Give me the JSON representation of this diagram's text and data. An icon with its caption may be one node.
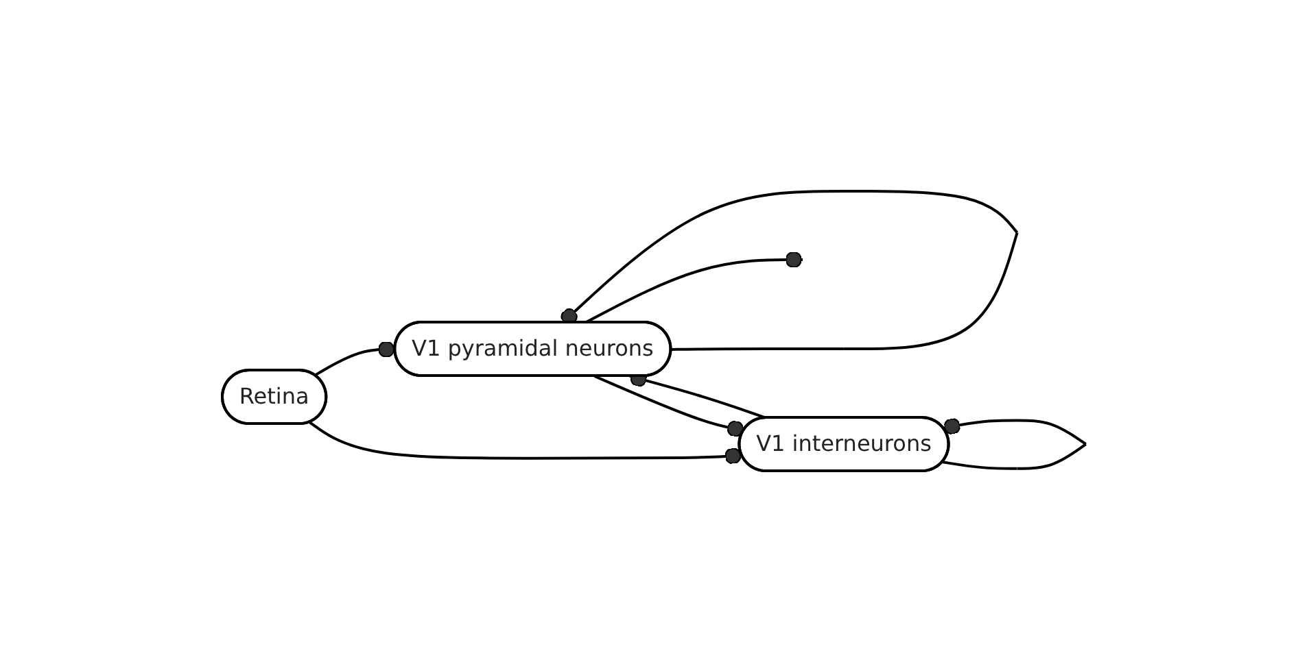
{
  "diagram": {
    "nodes": [
      {
        "text": [
          "Retina"
        ]
      },
      {
        "text": [
          "V1 pyramidal neurons"
        ]
      },
      {
        "text": [
          "V1 interneurons"
        ]
      }
    ],
    "edges": [
      {
        "from": 0,
        "to": 1,
        "arrow": "other"
      },
      {
        "from": 0,
        "to": 2,
        "arrow": "other"
      },
      {
        "from": 1,
        "to": 1,
        "arrow": "other"
      },
      {
        "from": 1,
        "to": null,
        "arrow": "other"
      },
      {
        "from": 1,
        "to": 2,
        "arrow": "other"
      },
      {
        "from": 2,
        "to": 1,
        "arrow": "other"
      },
      {
        "from": 2,
        "to": 2,
        "arrow": "other"
      }
    ]
  }
}
